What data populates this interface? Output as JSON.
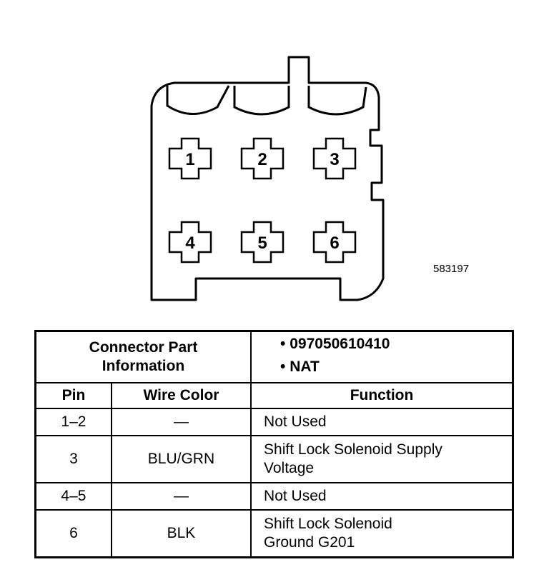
{
  "figure_id": "583197",
  "connector": {
    "pins": [
      {
        "label": "1"
      },
      {
        "label": "2"
      },
      {
        "label": "3"
      },
      {
        "label": "4"
      },
      {
        "label": "5"
      },
      {
        "label": "6"
      }
    ]
  },
  "table": {
    "info_label_line1": "Connector Part",
    "info_label_line2": "Information",
    "part_numbers": [
      "097050610410",
      "NAT"
    ],
    "headers": {
      "pin": "Pin",
      "wire": "Wire Color",
      "function": "Function"
    },
    "rows": [
      {
        "pin": "1–2",
        "wire": "—",
        "function": [
          "Not Used"
        ]
      },
      {
        "pin": "3",
        "wire": "BLU/GRN",
        "function": [
          "Shift Lock Solenoid Supply",
          "Voltage"
        ]
      },
      {
        "pin": "4–5",
        "wire": "—",
        "function": [
          "Not Used"
        ]
      },
      {
        "pin": "6",
        "wire": "BLK",
        "function": [
          "Shift Lock Solenoid",
          "Ground G201"
        ]
      }
    ]
  }
}
